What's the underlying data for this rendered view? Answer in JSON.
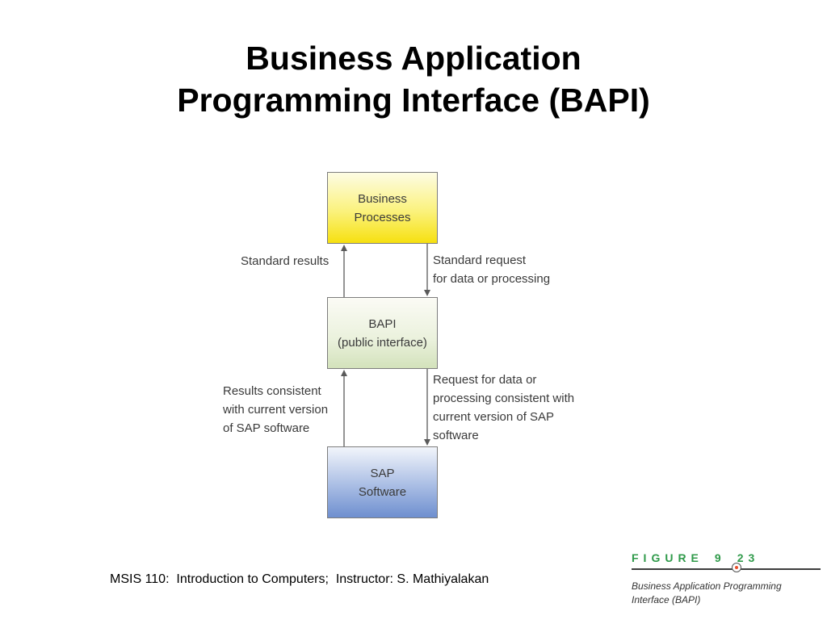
{
  "slide": {
    "title_line1": "Business Application",
    "title_line2": "Programming Interface (BAPI)"
  },
  "diagram": {
    "boxes": [
      {
        "id": "business-processes",
        "lines": [
          "Business",
          "Processes"
        ],
        "color": "#f6e010"
      },
      {
        "id": "bapi",
        "lines": [
          "BAPI",
          "(public interface)"
        ],
        "color": "#d3e2bb"
      },
      {
        "id": "sap-software",
        "lines": [
          "SAP",
          "Software"
        ],
        "color": "#6e8fcf"
      }
    ],
    "arrows": {
      "standard_results": {
        "lines": [
          "Standard results"
        ],
        "direction": "up",
        "from": "bapi",
        "to": "business-processes"
      },
      "standard_request": {
        "lines": [
          "Standard request",
          "for data or processing"
        ],
        "direction": "down",
        "from": "business-processes",
        "to": "bapi"
      },
      "results_consistent": {
        "lines": [
          "Results consistent",
          "with current version",
          "of SAP software"
        ],
        "direction": "up",
        "from": "sap-software",
        "to": "bapi"
      },
      "request_consistent": {
        "lines": [
          "Request for data or",
          "processing consistent with",
          "current version of SAP",
          "software"
        ],
        "direction": "down",
        "from": "bapi",
        "to": "sap-software"
      }
    }
  },
  "footer": {
    "text": "MSIS 110:  Introduction to Computers;  Instructor: S. Mathiyalakan"
  },
  "figure": {
    "word": "FIGURE",
    "chapter": "9",
    "number": "23",
    "caption_line1": "Business Application Programming",
    "caption_line2": "Interface (BAPI)",
    "accent_color": "#2f9a4a"
  }
}
